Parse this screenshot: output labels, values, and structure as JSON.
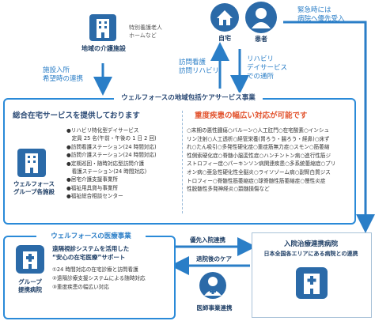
{
  "top": {
    "facility_label": "地域の介護施設",
    "facility_note": "特別養護老人\nホームなど",
    "home_label": "自宅",
    "patient_label": "患者",
    "emergency_note": "緊急時には\n病院へ優先受入",
    "admission_flow": "施設入所\n希望時の連携",
    "visiting_flow": "訪問看護\n訪問リハビリ",
    "rehab_flow": "リハビリ\nデイサービス\nでの通所"
  },
  "main_box": {
    "title": "ウェルフォースの地域包括ケアサービス事業",
    "left_title": "総合在宅サービスを提供しております",
    "left_icon_label": "ウェルフォース\nグループ各施設",
    "services": [
      "●リハビリ特化型デイサービス",
      "　定員 25 名(午前・午後の 1 日 2 回)",
      "●訪問看護ステーション(24 時間対応)",
      "●訪問介護ステーション(24 時間対応)",
      "●定期巡回・随時対応型訪問介護",
      "　看護ステーション(24 時間対応)",
      "●居宅介護支援事業所",
      "●福祉用具貸与事業所",
      "●福祉総合相談センター"
    ],
    "right_title": "重度疾患の幅広い対応が可能です",
    "diseases": [
      "○末期の悪性腫瘍○バルーン○人工肛門○在宅酸素○インシュ",
      "リン注射○人工透析○経管栄養(胃ろう・腸ろう・経鼻)○床ず",
      "れ○たん吸引○多発性硬化症○重症筋無力症○スモン○筋萎縮",
      "性側索硬化症○脊髄小脳変性症○ハンチントン病○進行性筋ジ",
      "ストロフィー症○パーキンソン病関連疾患○多系統萎縮症○プリ",
      "オン病○亜急性硬化性全脳炎○ライソゾーム病○副腎白質ジス",
      "トロフィー○脊髄性筋萎縮症○球脊髄性筋萎縮症○慢性炎症",
      "性脱髄性多発神経炎○頚髄損傷など"
    ]
  },
  "medical_box": {
    "title": "ウェルフォースの医療事業",
    "subtitle": "遠隔視診システムを活用した\n“安心の在宅医療”サポート",
    "items": [
      "①24 時間対応の在宅診療と訪問看護",
      "②遠隔診療支援システムによる随時対応",
      "③重度疾患の幅広い対応"
    ],
    "icon_label": "グループ\n提携病院"
  },
  "hospital_box": {
    "title": "入院治療連携病院",
    "subtitle": "日本全国各エリアにある病院との連携"
  },
  "connectors": {
    "priority_admission": "優先入院連携",
    "post_discharge": "退院後のケア",
    "doctor_label": "医師事業連携"
  },
  "colors": {
    "primary_blue": "#2a8ad8",
    "navy": "#2b4a75",
    "icon_blue": "#2b6aa8",
    "arrow_blue": "#2a7ec7"
  }
}
